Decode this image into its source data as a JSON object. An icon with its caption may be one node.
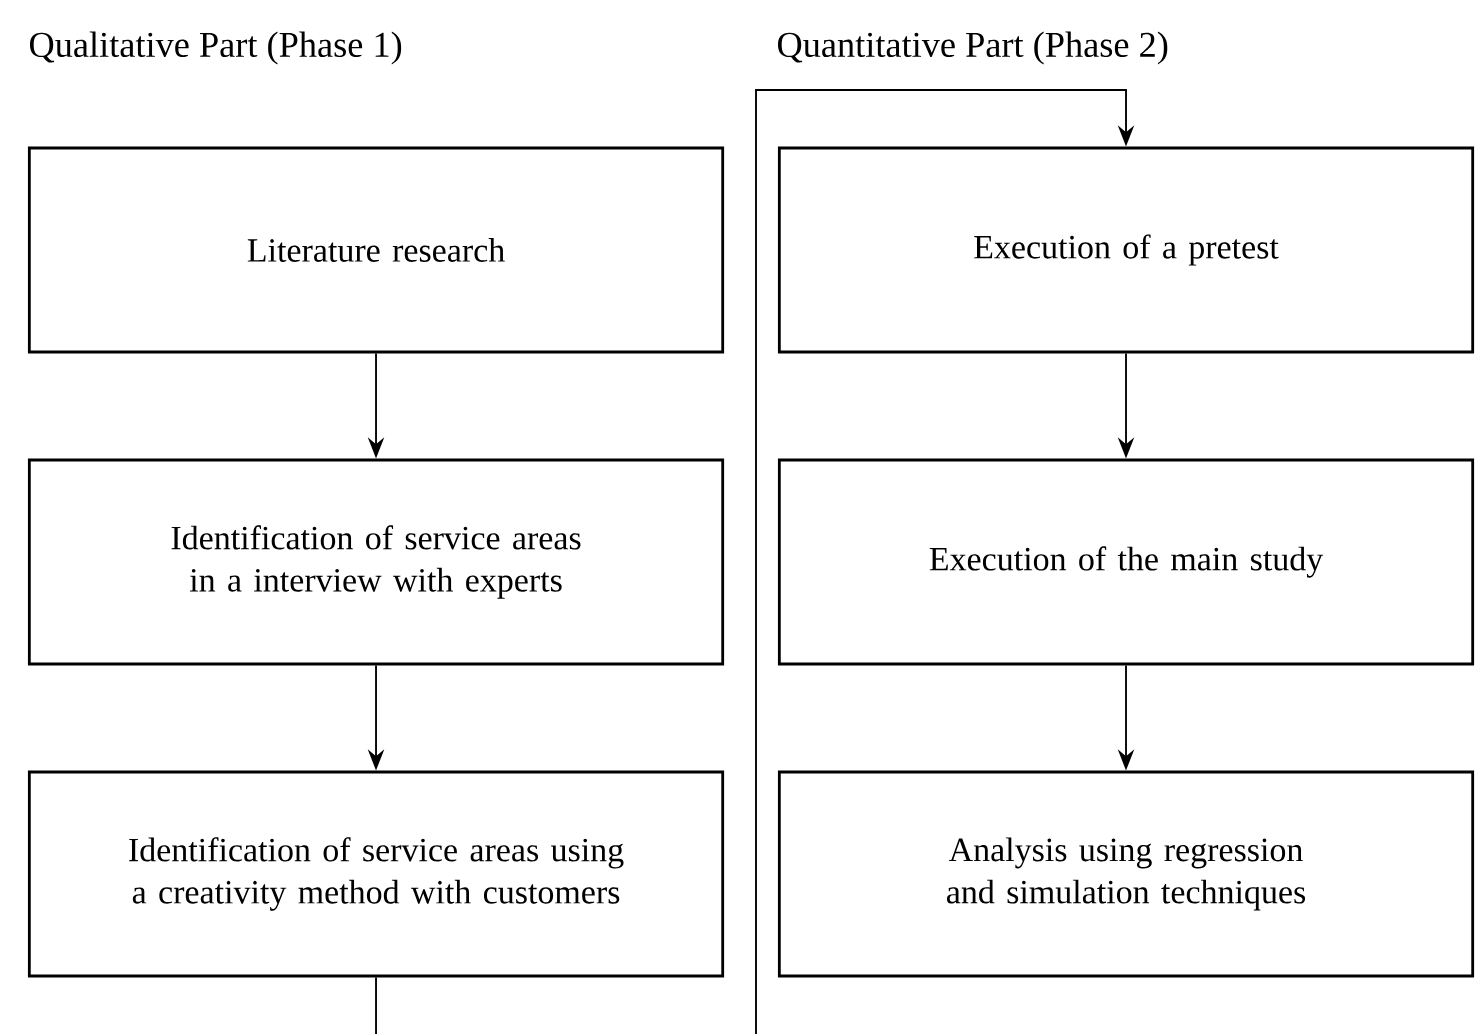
{
  "diagram": {
    "nodes": [
      {
        "text": [
          "Literature research"
        ]
      },
      {
        "text": [
          "Identification of service areas in a interview with experts"
        ]
      },
      {
        "text": [
          "Identification of service areas using a creativity method with customers"
        ]
      },
      {
        "text": [
          "Execution of a pretest"
        ]
      },
      {
        "text": [
          "Execution of the main study"
        ]
      },
      {
        "text": [
          "Analysis using regression and simulation techniques"
        ]
      }
    ],
    "edges": [
      {
        "from": 0,
        "to": 1,
        "arrow": "to"
      },
      {
        "from": 1,
        "to": 2,
        "arrow": "to"
      },
      {
        "from": 2,
        "to": 3,
        "arrow": "to"
      },
      {
        "from": 3,
        "to": 4,
        "arrow": "to"
      },
      {
        "from": 4,
        "to": 5,
        "arrow": "to"
      }
    ],
    "labels": [
      "Qualitative Part (Phase 1)",
      "Quantitative Part (Phase 2)"
    ]
  }
}
